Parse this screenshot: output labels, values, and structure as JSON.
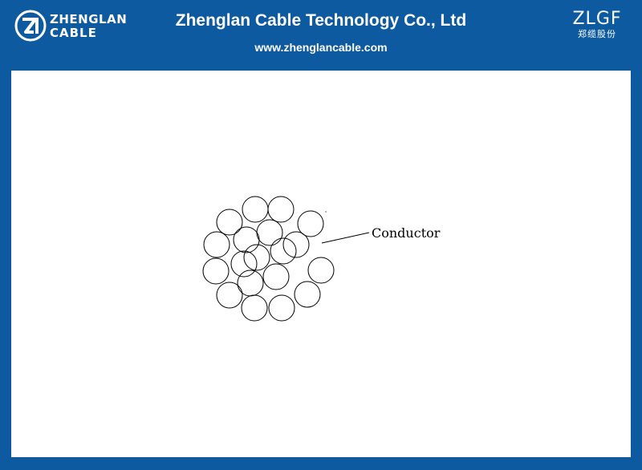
{
  "header": {
    "logo_left_line1": "ZHENGLAN",
    "logo_left_line2": "CABLE",
    "company_name": "Zhenglan Cable Technology Co., Ltd",
    "website": "www.zhenglancable.com",
    "logo_right_text": "ZLGF",
    "logo_right_cn": "郑缆股份"
  },
  "diagram": {
    "callout_label": "Conductor",
    "wire_count": 19
  },
  "colors": {
    "brand_blue": "#0d5aa0",
    "background": "#ffffff",
    "stroke": "#000000"
  }
}
